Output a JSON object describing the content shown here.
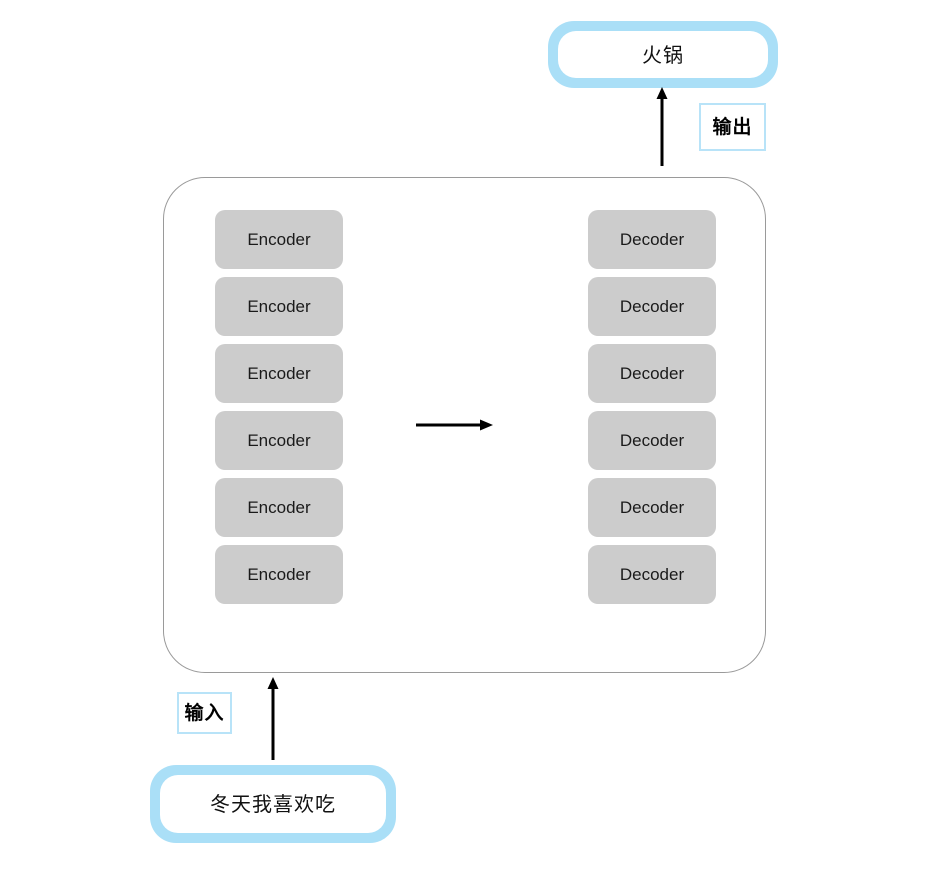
{
  "diagram": {
    "title_hidden": "",
    "colors": {
      "bubble_ring": "#aadff7",
      "tag_border": "#b8e3f8",
      "block_fill": "#cccccc",
      "container_border": "#9a9a9a",
      "arrow": "#000000",
      "background": "#ffffff"
    }
  },
  "output_bubble": {
    "text": "火锅"
  },
  "output_tag": {
    "label": "输出"
  },
  "input_bubble": {
    "text": "冬天我喜欢吃"
  },
  "input_tag": {
    "label": "输入"
  },
  "encoder_stack": {
    "blocks": [
      {
        "label": "Encoder"
      },
      {
        "label": "Encoder"
      },
      {
        "label": "Encoder"
      },
      {
        "label": "Encoder"
      },
      {
        "label": "Encoder"
      },
      {
        "label": "Encoder"
      }
    ]
  },
  "decoder_stack": {
    "blocks": [
      {
        "label": "Decoder"
      },
      {
        "label": "Decoder"
      },
      {
        "label": "Decoder"
      },
      {
        "label": "Decoder"
      },
      {
        "label": "Decoder"
      },
      {
        "label": "Decoder"
      }
    ]
  },
  "arrows": {
    "input_arrow": {
      "direction": "up"
    },
    "output_arrow": {
      "direction": "up"
    },
    "middle_arrow": {
      "direction": "right"
    }
  }
}
